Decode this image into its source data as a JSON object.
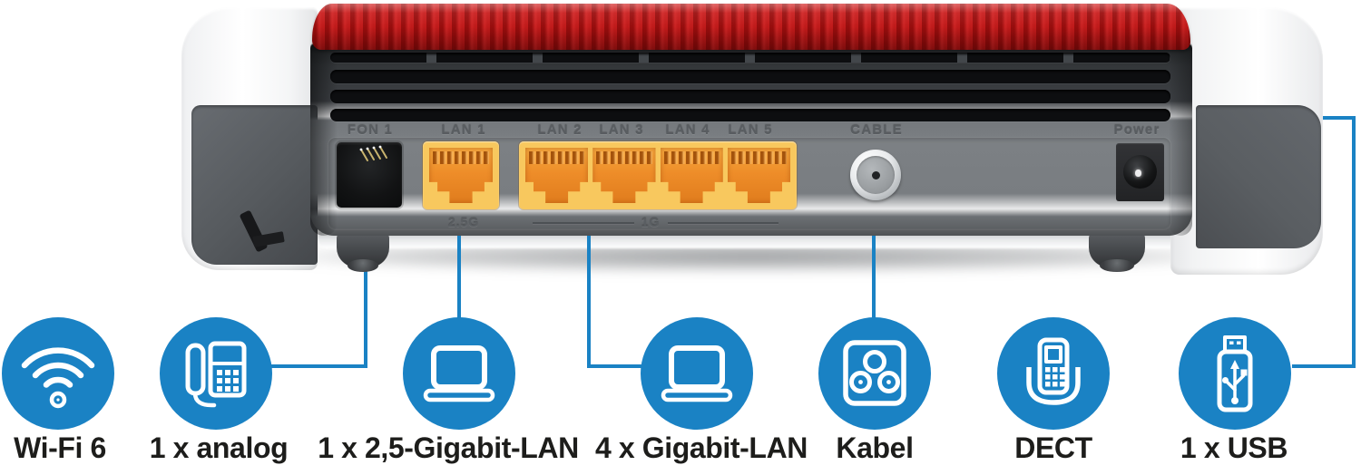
{
  "device": {
    "description": "Router rear panel",
    "port_labels": [
      "FON 1",
      "LAN 1",
      "LAN 2",
      "LAN 3",
      "LAN 4",
      "LAN 5",
      "CABLE",
      "Power"
    ],
    "speed_badges": {
      "lan1": "2.5G",
      "lan_group": "1G"
    }
  },
  "legend": [
    {
      "id": "wifi",
      "label": "Wi-Fi 6",
      "icon": "wifi-icon"
    },
    {
      "id": "analog",
      "label": "1 x analog",
      "icon": "desk-phone-icon"
    },
    {
      "id": "lan25",
      "label": "1 x 2,5-Gigabit-LAN",
      "icon": "laptop-icon"
    },
    {
      "id": "lan4",
      "label": "4 x Gigabit-LAN",
      "icon": "laptop-icon"
    },
    {
      "id": "kabel",
      "label": "Kabel",
      "icon": "coax-wall-socket-icon"
    },
    {
      "id": "dect",
      "label": "DECT",
      "icon": "dect-handset-icon"
    },
    {
      "id": "usb",
      "label": "1 x USB",
      "icon": "usb-stick-icon"
    }
  ],
  "colors": {
    "accent_blue": "#1a82c4",
    "brand_red": "#c21b1b",
    "port_yellow": "#f8c85e",
    "port_orange": "#ee8d29",
    "body_gray": "#7c8084",
    "label_text": "#1d1d1b"
  }
}
